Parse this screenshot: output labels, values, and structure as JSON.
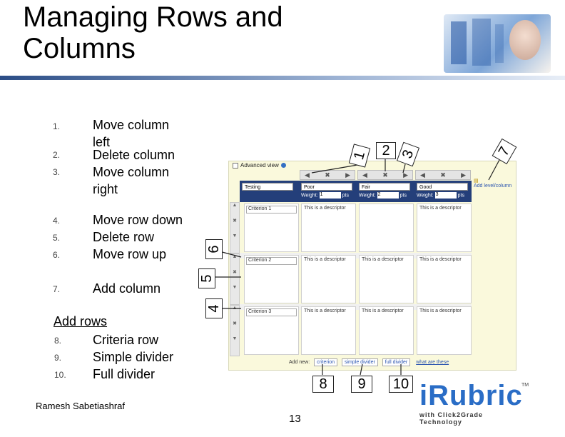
{
  "title": "Managing Rows and\nColumns",
  "list_a": [
    {
      "num": "1.",
      "text": "Move column left"
    },
    {
      "num": "2.",
      "text": "Delete column"
    },
    {
      "num": "3.",
      "text": "Move column right"
    }
  ],
  "list_b": [
    {
      "num": "4.",
      "text": "Move row down"
    },
    {
      "num": "5.",
      "text": "Delete row"
    },
    {
      "num": "6.",
      "text": "Move row up"
    }
  ],
  "list_c": [
    {
      "num": "7.",
      "text": "Add column"
    }
  ],
  "add_rows_label": "Add rows",
  "list_d": [
    {
      "num": "8.",
      "text": "Criteria row"
    },
    {
      "num": "9.",
      "text": "Simple divider"
    },
    {
      "num": "10.",
      "text": "Full divider"
    }
  ],
  "author": "Ramesh Sabetiashraf",
  "page_number": "13",
  "tags": {
    "t1": "1",
    "t2": "2",
    "t3": "3",
    "t4": "4",
    "t5": "5",
    "t6": "6",
    "t7": "7",
    "t8": "8",
    "t9": "9",
    "t10": "10"
  },
  "screenshot": {
    "advanced_view": "Advanced view",
    "add_level": "Add level/column",
    "header_cells": [
      "Testing",
      "Poor",
      "Fair",
      "Good"
    ],
    "weight_label": "Weight:",
    "weights": [
      "1",
      "2",
      "3"
    ],
    "pts": "pts",
    "criteria": [
      "Criterion 1",
      "Criterion 2",
      "Criterion 3"
    ],
    "descriptor": "This is a descriptor",
    "add_new": "Add new:",
    "btn_criterion": "criterion",
    "btn_simple": "simple divider",
    "btn_full": "full divider",
    "what_are_these": "what are these"
  },
  "brand": {
    "name": "iRubric",
    "tm": "TM",
    "tagline": "with Click2Grade Technology",
    "accent": "#2a6dc6"
  }
}
